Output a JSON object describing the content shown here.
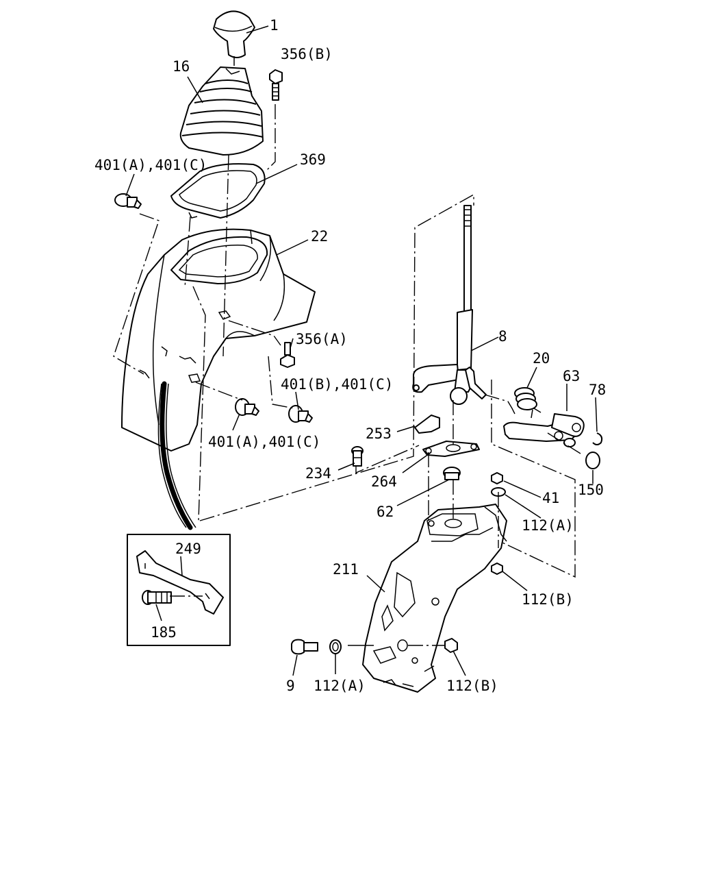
{
  "diagram": {
    "type": "exploded-parts-diagram",
    "callouts": [
      {
        "id": "c1",
        "text": "1"
      },
      {
        "id": "c16",
        "text": "16"
      },
      {
        "id": "c356b",
        "text": "356(B)"
      },
      {
        "id": "c401ac_top",
        "text": "401(A),401(C)"
      },
      {
        "id": "c369",
        "text": "369"
      },
      {
        "id": "c22",
        "text": "22"
      },
      {
        "id": "c356a",
        "text": "356(A)"
      },
      {
        "id": "c401bc",
        "text": "401(B),401(C)"
      },
      {
        "id": "c401ac_bot",
        "text": "401(A),401(C)"
      },
      {
        "id": "c8",
        "text": "8"
      },
      {
        "id": "c20",
        "text": "20"
      },
      {
        "id": "c63",
        "text": "63"
      },
      {
        "id": "c78",
        "text": "78"
      },
      {
        "id": "c253",
        "text": "253"
      },
      {
        "id": "c234",
        "text": "234"
      },
      {
        "id": "c264",
        "text": "264"
      },
      {
        "id": "c150",
        "text": "150"
      },
      {
        "id": "c41",
        "text": "41"
      },
      {
        "id": "c112a_r",
        "text": "112(A)"
      },
      {
        "id": "c62",
        "text": "62"
      },
      {
        "id": "c249",
        "text": "249"
      },
      {
        "id": "c211",
        "text": "211"
      },
      {
        "id": "c112b_r",
        "text": "112(B)"
      },
      {
        "id": "c185",
        "text": "185"
      },
      {
        "id": "c9",
        "text": "9"
      },
      {
        "id": "c112a_b",
        "text": "112(A)"
      },
      {
        "id": "c112b_b",
        "text": "112(B)"
      }
    ]
  }
}
